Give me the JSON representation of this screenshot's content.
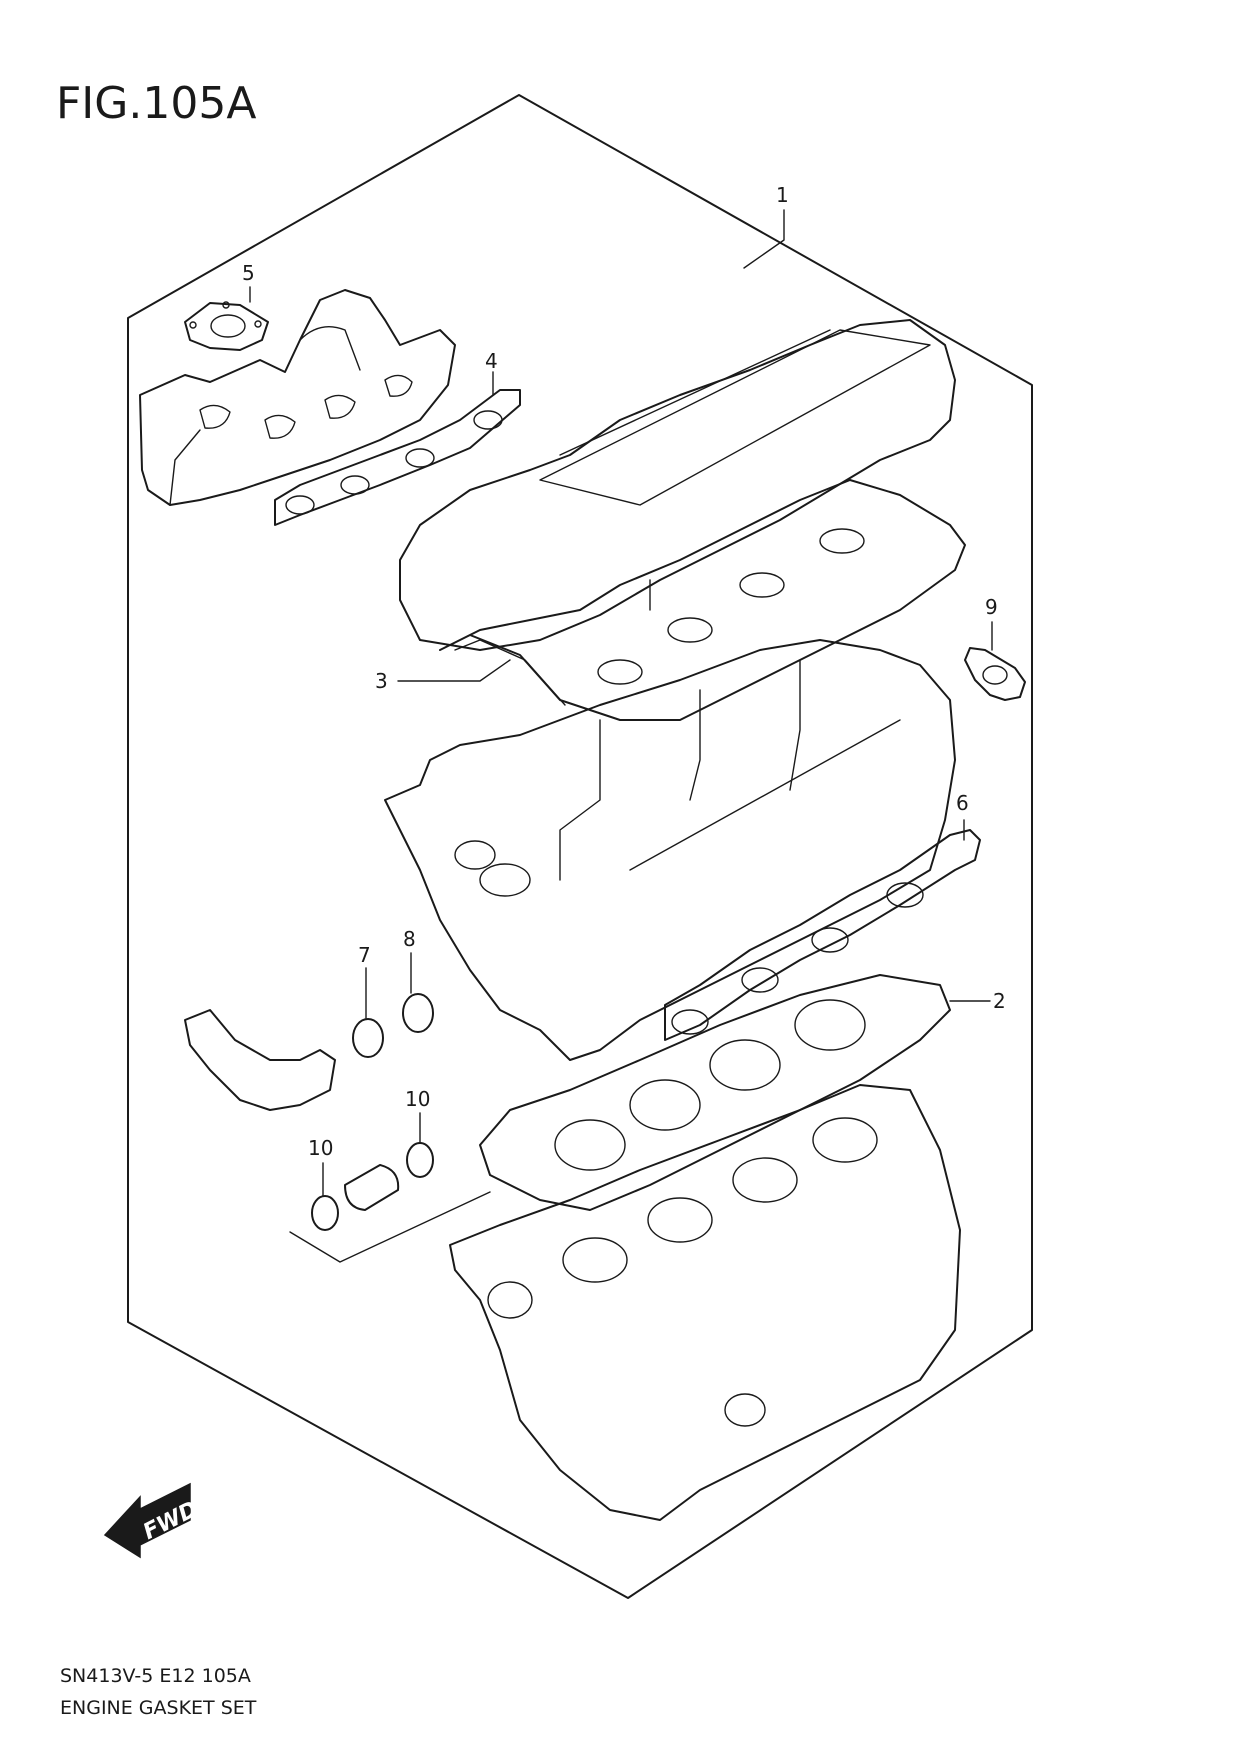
{
  "figure": {
    "title": "FIG.105A",
    "code": "SN413V-5 E12 105A",
    "name": "ENGINE GASKET SET"
  },
  "callouts": [
    {
      "id": "1",
      "label": "1"
    },
    {
      "id": "2",
      "label": "2"
    },
    {
      "id": "3",
      "label": "3"
    },
    {
      "id": "4",
      "label": "4"
    },
    {
      "id": "5",
      "label": "5"
    },
    {
      "id": "6",
      "label": "6"
    },
    {
      "id": "7",
      "label": "7"
    },
    {
      "id": "8",
      "label": "8"
    },
    {
      "id": "9",
      "label": "9"
    },
    {
      "id": "10a",
      "label": "10"
    },
    {
      "id": "10b",
      "label": "10"
    }
  ],
  "direction_marker": {
    "label": "FWD"
  }
}
